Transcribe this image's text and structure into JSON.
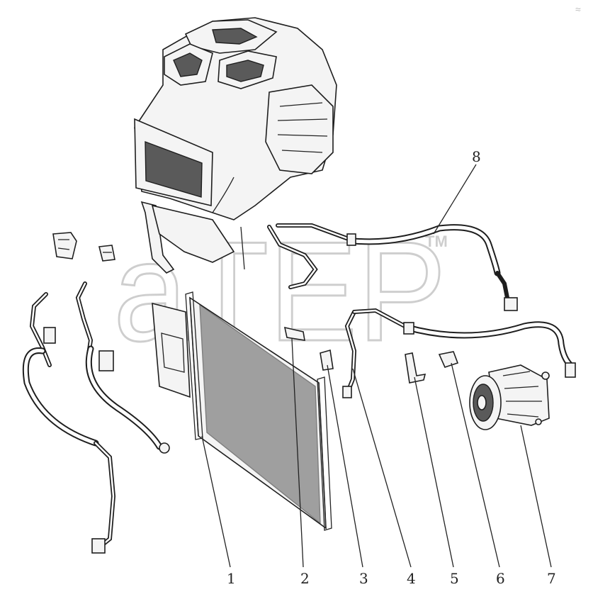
{
  "watermark": {
    "text": "aTEP",
    "trademark": "TM"
  },
  "corner_mark": "≈",
  "callouts": [
    {
      "id": "1",
      "label": "1"
    },
    {
      "id": "2",
      "label": "2"
    },
    {
      "id": "3",
      "label": "3"
    },
    {
      "id": "4",
      "label": "4"
    },
    {
      "id": "5",
      "label": "5"
    },
    {
      "id": "6",
      "label": "6"
    },
    {
      "id": "7",
      "label": "7"
    },
    {
      "id": "8",
      "label": "8"
    }
  ],
  "parts": [
    {
      "name": "hvac-unit",
      "kind": "evaporator-heater-module"
    },
    {
      "name": "condenser",
      "callout": "1"
    },
    {
      "name": "condenser-bracket",
      "callout": "2"
    },
    {
      "name": "condenser-mount-clip",
      "callout": "3"
    },
    {
      "name": "liquid-line-pipe",
      "callout": "4"
    },
    {
      "name": "pipe-bracket",
      "callout": "5"
    },
    {
      "name": "rubber-mount",
      "callout": "6"
    },
    {
      "name": "ac-compressor",
      "callout": "7"
    },
    {
      "name": "suction-hose",
      "callout": "8"
    }
  ]
}
